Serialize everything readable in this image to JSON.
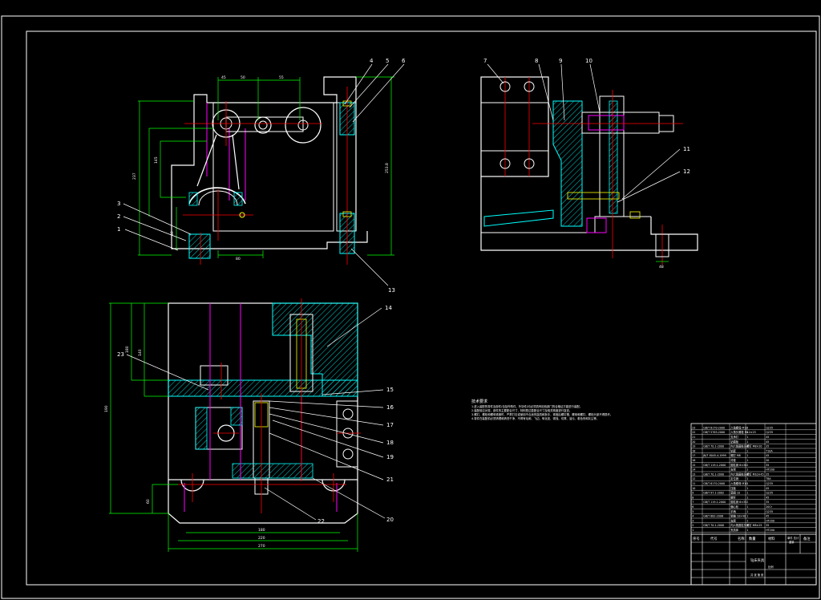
{
  "drawing": {
    "background_color": "#000000",
    "line_colors": {
      "outline": "#ffffff",
      "dimension": "#00ff00",
      "centerline": "#ff0000",
      "hidden": "#ff00ff",
      "section_hatch": "#00ffff",
      "fastener": "#ffff00"
    }
  },
  "callouts": {
    "front_view": [
      "1",
      "2",
      "3",
      "4",
      "5",
      "6",
      "13"
    ],
    "side_view": [
      "7",
      "8",
      "9",
      "10",
      "11",
      "12"
    ],
    "top_view": [
      "14",
      "15",
      "16",
      "17",
      "18",
      "19",
      "20",
      "21",
      "22",
      "23"
    ]
  },
  "dimensions": {
    "front_view": [
      "45",
      "50",
      "55",
      "237",
      "145",
      "40",
      "80",
      "253.8"
    ],
    "side_view": [
      "48"
    ],
    "top_view": [
      "190",
      "180",
      "140",
      "60",
      "180",
      "220",
      "270"
    ]
  },
  "notes": {
    "title": "技术要求",
    "lines": [
      "1.进入装配的零件及部件(包括外购件、外协件)均必须具有检验部门的合格证方能进行装配。",
      "2.装配前应对零、部件的主要配合尺寸，特别是过盈配合尺寸及相关精度进行复查。",
      "3.螺钉、螺栓和螺母紧固时，严禁打击或使用不合适的旋具和扳手，紧固后螺钉槽、螺母和螺钉、螺栓头部不得损坏。",
      "4.零件在装配前必须清理和清洗干净，不得有毛刺、飞边、氧化皮、锈蚀、切屑、油污、着色剂和灰尘等。"
    ]
  },
  "bom_rows": [
    [
      "23",
      "GB/T 6170-2000",
      "六角螺母 M12",
      "2",
      "Q235"
    ],
    [
      "22",
      "GB/T 5783-2000",
      "六角头螺栓 M12×25",
      "2",
      "Q235"
    ],
    [
      "21",
      "",
      "支承钉",
      "1",
      "45"
    ],
    [
      "20",
      "",
      "钻模板",
      "1",
      "45"
    ],
    [
      "19",
      "GB/T 70.1-2000",
      "内六角圆柱头螺钉 M8×20",
      "4",
      "35"
    ],
    [
      "18",
      "",
      "钻套",
      "1",
      "T10A"
    ],
    [
      "17",
      "JB/T 8045.4-1999",
      "螺钉 M8",
      "1",
      "45"
    ],
    [
      "16",
      "",
      "衬套",
      "1",
      "20"
    ],
    [
      "15",
      "GB/T 119.1-2000",
      "圆柱销 8×30",
      "2",
      "35"
    ],
    [
      "14",
      "",
      "支架",
      "1",
      "HT200"
    ],
    [
      "13",
      "GB/T 70.1-2000",
      "内六角圆柱头螺钉 M10×45",
      "4",
      "35"
    ],
    [
      "12",
      "",
      "定位销",
      "1",
      "T8A"
    ],
    [
      "11",
      "GB/T 6170-2000",
      "六角螺母 M10",
      "1",
      "Q235"
    ],
    [
      "10",
      "",
      "压板",
      "1",
      "45"
    ],
    [
      "9",
      "GB/T 97.1-2002",
      "垫圈 10",
      "1",
      "Q235"
    ],
    [
      "8",
      "",
      "螺杆",
      "1",
      "45"
    ],
    [
      "7",
      "GB/T 119.1-2000",
      "圆柱销 6×35",
      "2",
      "35"
    ],
    [
      "6",
      "",
      "偏心轮",
      "1",
      "20Cr"
    ],
    [
      "5",
      "",
      "手柄",
      "1",
      "Q235"
    ],
    [
      "4",
      "GB/T 882-2008",
      "销轴 10×40",
      "1",
      "45"
    ],
    [
      "3",
      "",
      "支座",
      "1",
      "HT200"
    ],
    [
      "2",
      "GB/T 70.1-2000",
      "内六角圆柱头螺钉 M8×25",
      "4",
      "35"
    ],
    [
      "1",
      "",
      "夹具体",
      "1",
      "HT200"
    ]
  ],
  "title_block": {
    "header_no": "序号",
    "header_code": "代号",
    "header_name": "名称",
    "header_qty": "数量",
    "header_material": "材料",
    "header_weight": "单件 总计",
    "header_weight2": "重量",
    "header_remark": "备注",
    "drawing_name": "钻床夹具",
    "scale_label": "比例",
    "sheet_label": "共 张 第 张"
  }
}
